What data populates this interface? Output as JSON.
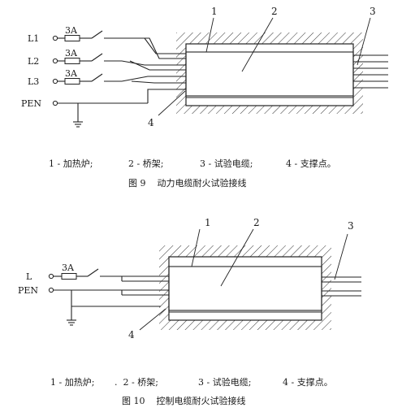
{
  "figure9": {
    "lines": [
      "L1",
      "L2",
      "L3",
      "PEN"
    ],
    "fuse": "3A",
    "callouts": [
      "1",
      "2",
      "3",
      "4"
    ],
    "legend": [
      "1 - 加热炉;",
      "2 - 桥架;",
      "3 - 试验电缆;",
      "4 - 支撑点。"
    ],
    "caption": "图 9    动力电缆耐火试验接线"
  },
  "figure10": {
    "lines": [
      "L",
      "PEN"
    ],
    "fuse": "3A",
    "callouts": [
      "1",
      "2",
      "3",
      "4"
    ],
    "legend": [
      "1 - 加热炉;",
      ".  2 - 桥架;",
      "3 - 试验电缆;",
      "4 - 支撑点。"
    ],
    "caption": "图 10    控制电缆耐火试验接线"
  }
}
